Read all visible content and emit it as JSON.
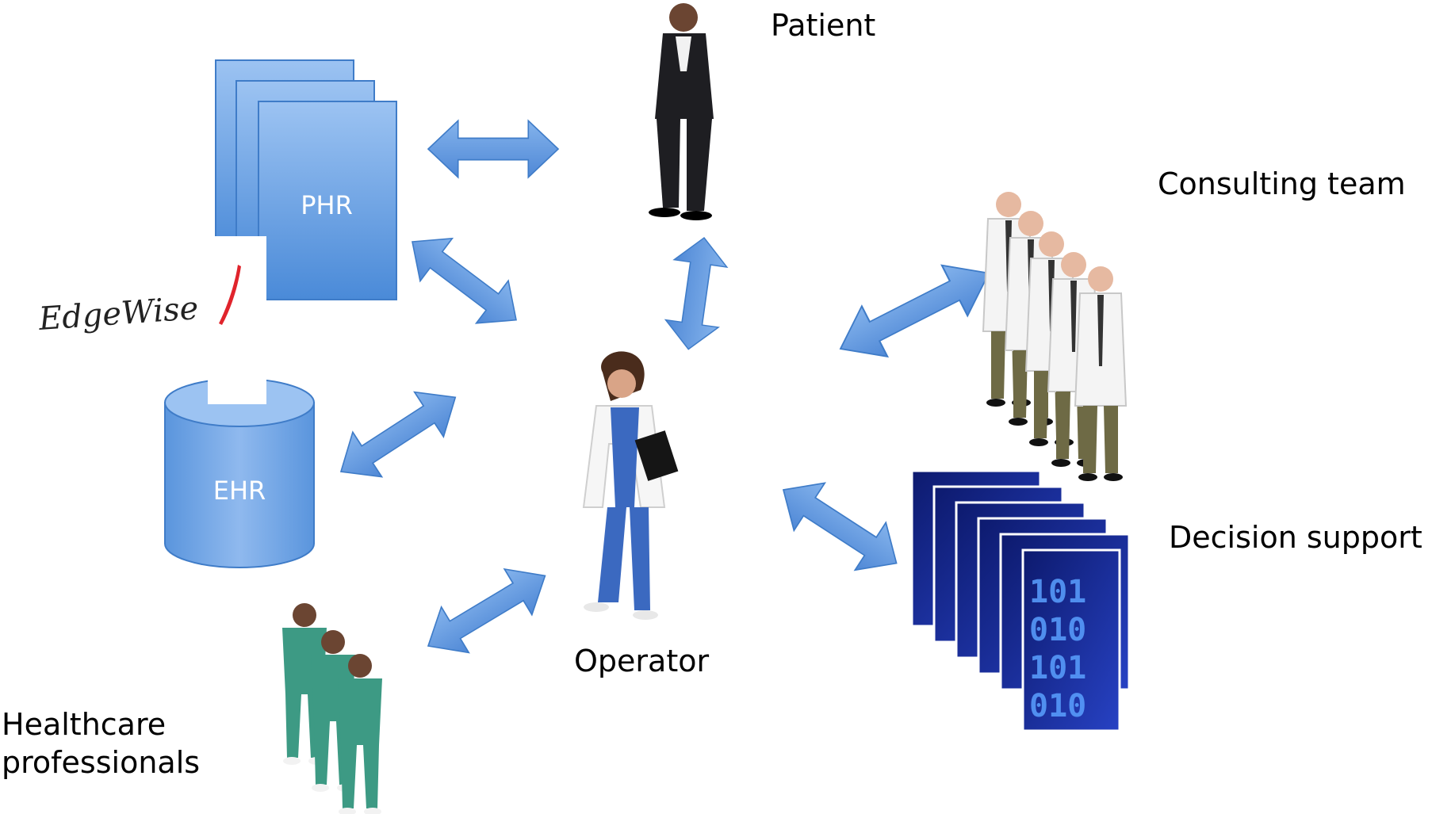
{
  "labels": {
    "patient": "Patient",
    "consulting_team": "Consulting team",
    "decision_support": "Decision support",
    "operator": "Operator",
    "healthcare_line1": "Healthcare",
    "healthcare_line2": "professionals"
  },
  "shapes": {
    "phr": "PHR",
    "ehr": "EHR"
  },
  "logo": {
    "text": "EdgeWise"
  },
  "icons": {
    "patient": "businessman-standing-figure",
    "operator": "female-doctor-with-clipboard",
    "consulting_team": "row-of-doctors-in-white-coats",
    "healthcare_professionals": "group-of-surgeons-in-scrubs",
    "decision_support": "stack-of-binary-code-screens"
  },
  "colors": {
    "shape_fill_top": "#9cc3f2",
    "shape_fill_bottom": "#4a8ad8",
    "shape_stroke": "#3f7cc8",
    "arrow_fill": "#5f97e0",
    "arrow_stroke": "#3f7cc8",
    "logo_accent": "#e0242c",
    "binary_blue": "#1a2f9c"
  }
}
